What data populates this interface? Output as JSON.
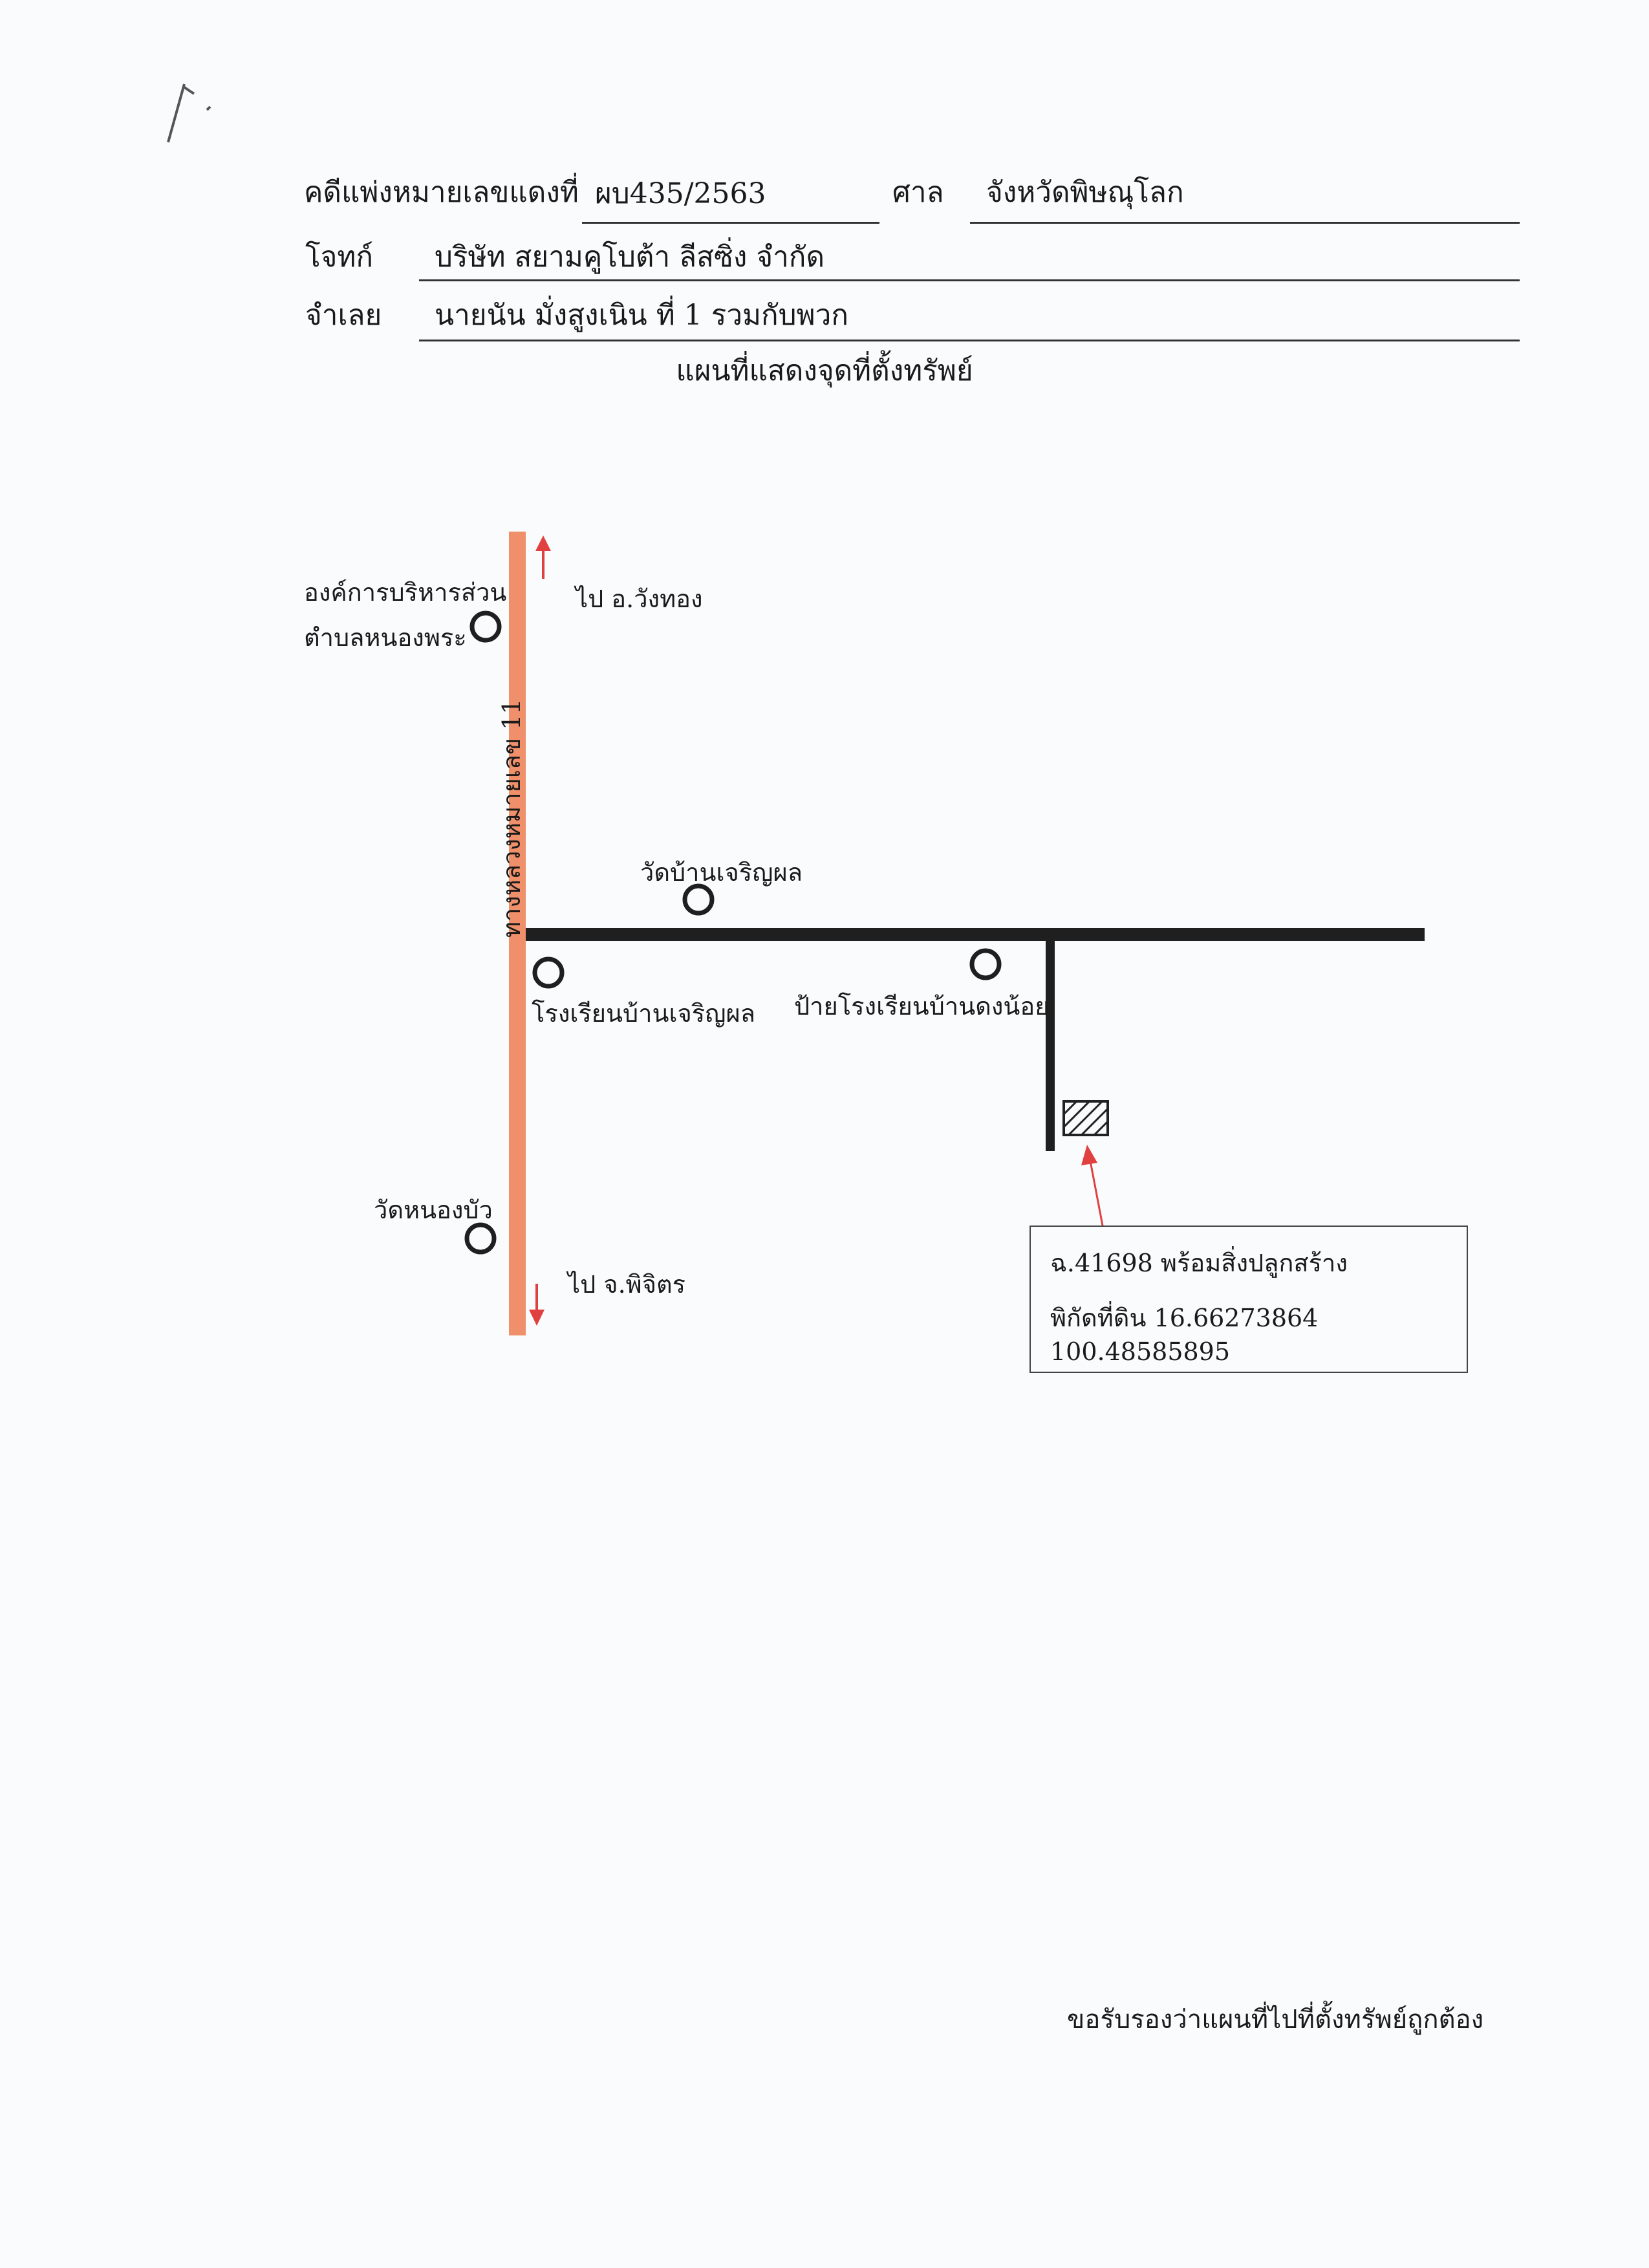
{
  "header": {
    "case_label": "คดีแพ่งหมายเลขแดงที่",
    "case_number": "ผบ435/2563",
    "court_label": "ศาล",
    "court_name": "จังหวัดพิษณุโลก",
    "plaintiff_label": "โจทก์",
    "plaintiff_name": "บริษัท สยามคูโบต้า ลีสซิ่ง จำกัด",
    "defendant_label": "จำเลย",
    "defendant_name": "นายนัน มั่งสูงเนิน ที่ 1 รวมกับพวก"
  },
  "map": {
    "title": "แผนที่แสดงจุดที่ตั้งทรัพย์",
    "highway_label": "ทางหลวงหมายเลข 11",
    "to_north": "ไป อ.วังทอง",
    "to_south": "ไป จ.พิจิตร",
    "landmarks": {
      "sao_line1": "องค์การบริหารส่วน",
      "sao_line2": "ตำบลหนองพระ",
      "temple_charoen": "วัดบ้านเจริญผล",
      "school_charoen": "โรงเรียนบ้านเจริญผล",
      "school_sign": "ป้ายโรงเรียนบ้านดงน้อย",
      "temple_nongbua": "วัดหนองบัว"
    },
    "property": {
      "title_deed": "ฉ.41698 พร้อมสิ่งปลูกสร้าง",
      "coordinates": "พิกัดที่ดิน 16.66273864 100.48585895"
    },
    "colors": {
      "highway": "#f0906a",
      "road": "#1f1f1f",
      "arrow": "#e04040"
    }
  },
  "footer": {
    "certify": "ขอรับรองว่าแผนที่ไปที่ตั้งทรัพย์ถูกต้อง"
  }
}
